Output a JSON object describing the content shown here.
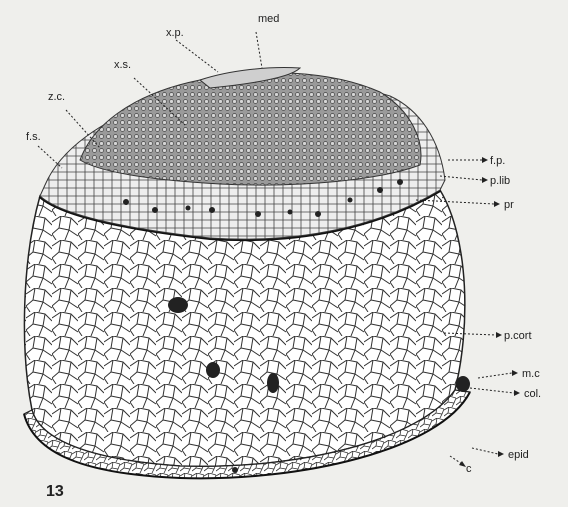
{
  "figure": {
    "number": "13",
    "labels": [
      {
        "id": "xp",
        "text": "x.p."
      },
      {
        "id": "med",
        "text": "med"
      },
      {
        "id": "xs",
        "text": "x.s."
      },
      {
        "id": "zc",
        "text": "z.c."
      },
      {
        "id": "fs",
        "text": "f.s."
      },
      {
        "id": "fp",
        "text": "f.p."
      },
      {
        "id": "plib",
        "text": "p.lib"
      },
      {
        "id": "pr",
        "text": "pr"
      },
      {
        "id": "pcort",
        "text": "p.cort"
      },
      {
        "id": "mc",
        "text": "m.c"
      },
      {
        "id": "col",
        "text": "col."
      },
      {
        "id": "epid",
        "text": "epid"
      },
      {
        "id": "c",
        "text": "c"
      }
    ]
  },
  "colors": {
    "background": "#efefec",
    "ink": "#222222",
    "cell_fill": "#ffffff",
    "xylem_fill": "#8f8f8f"
  }
}
